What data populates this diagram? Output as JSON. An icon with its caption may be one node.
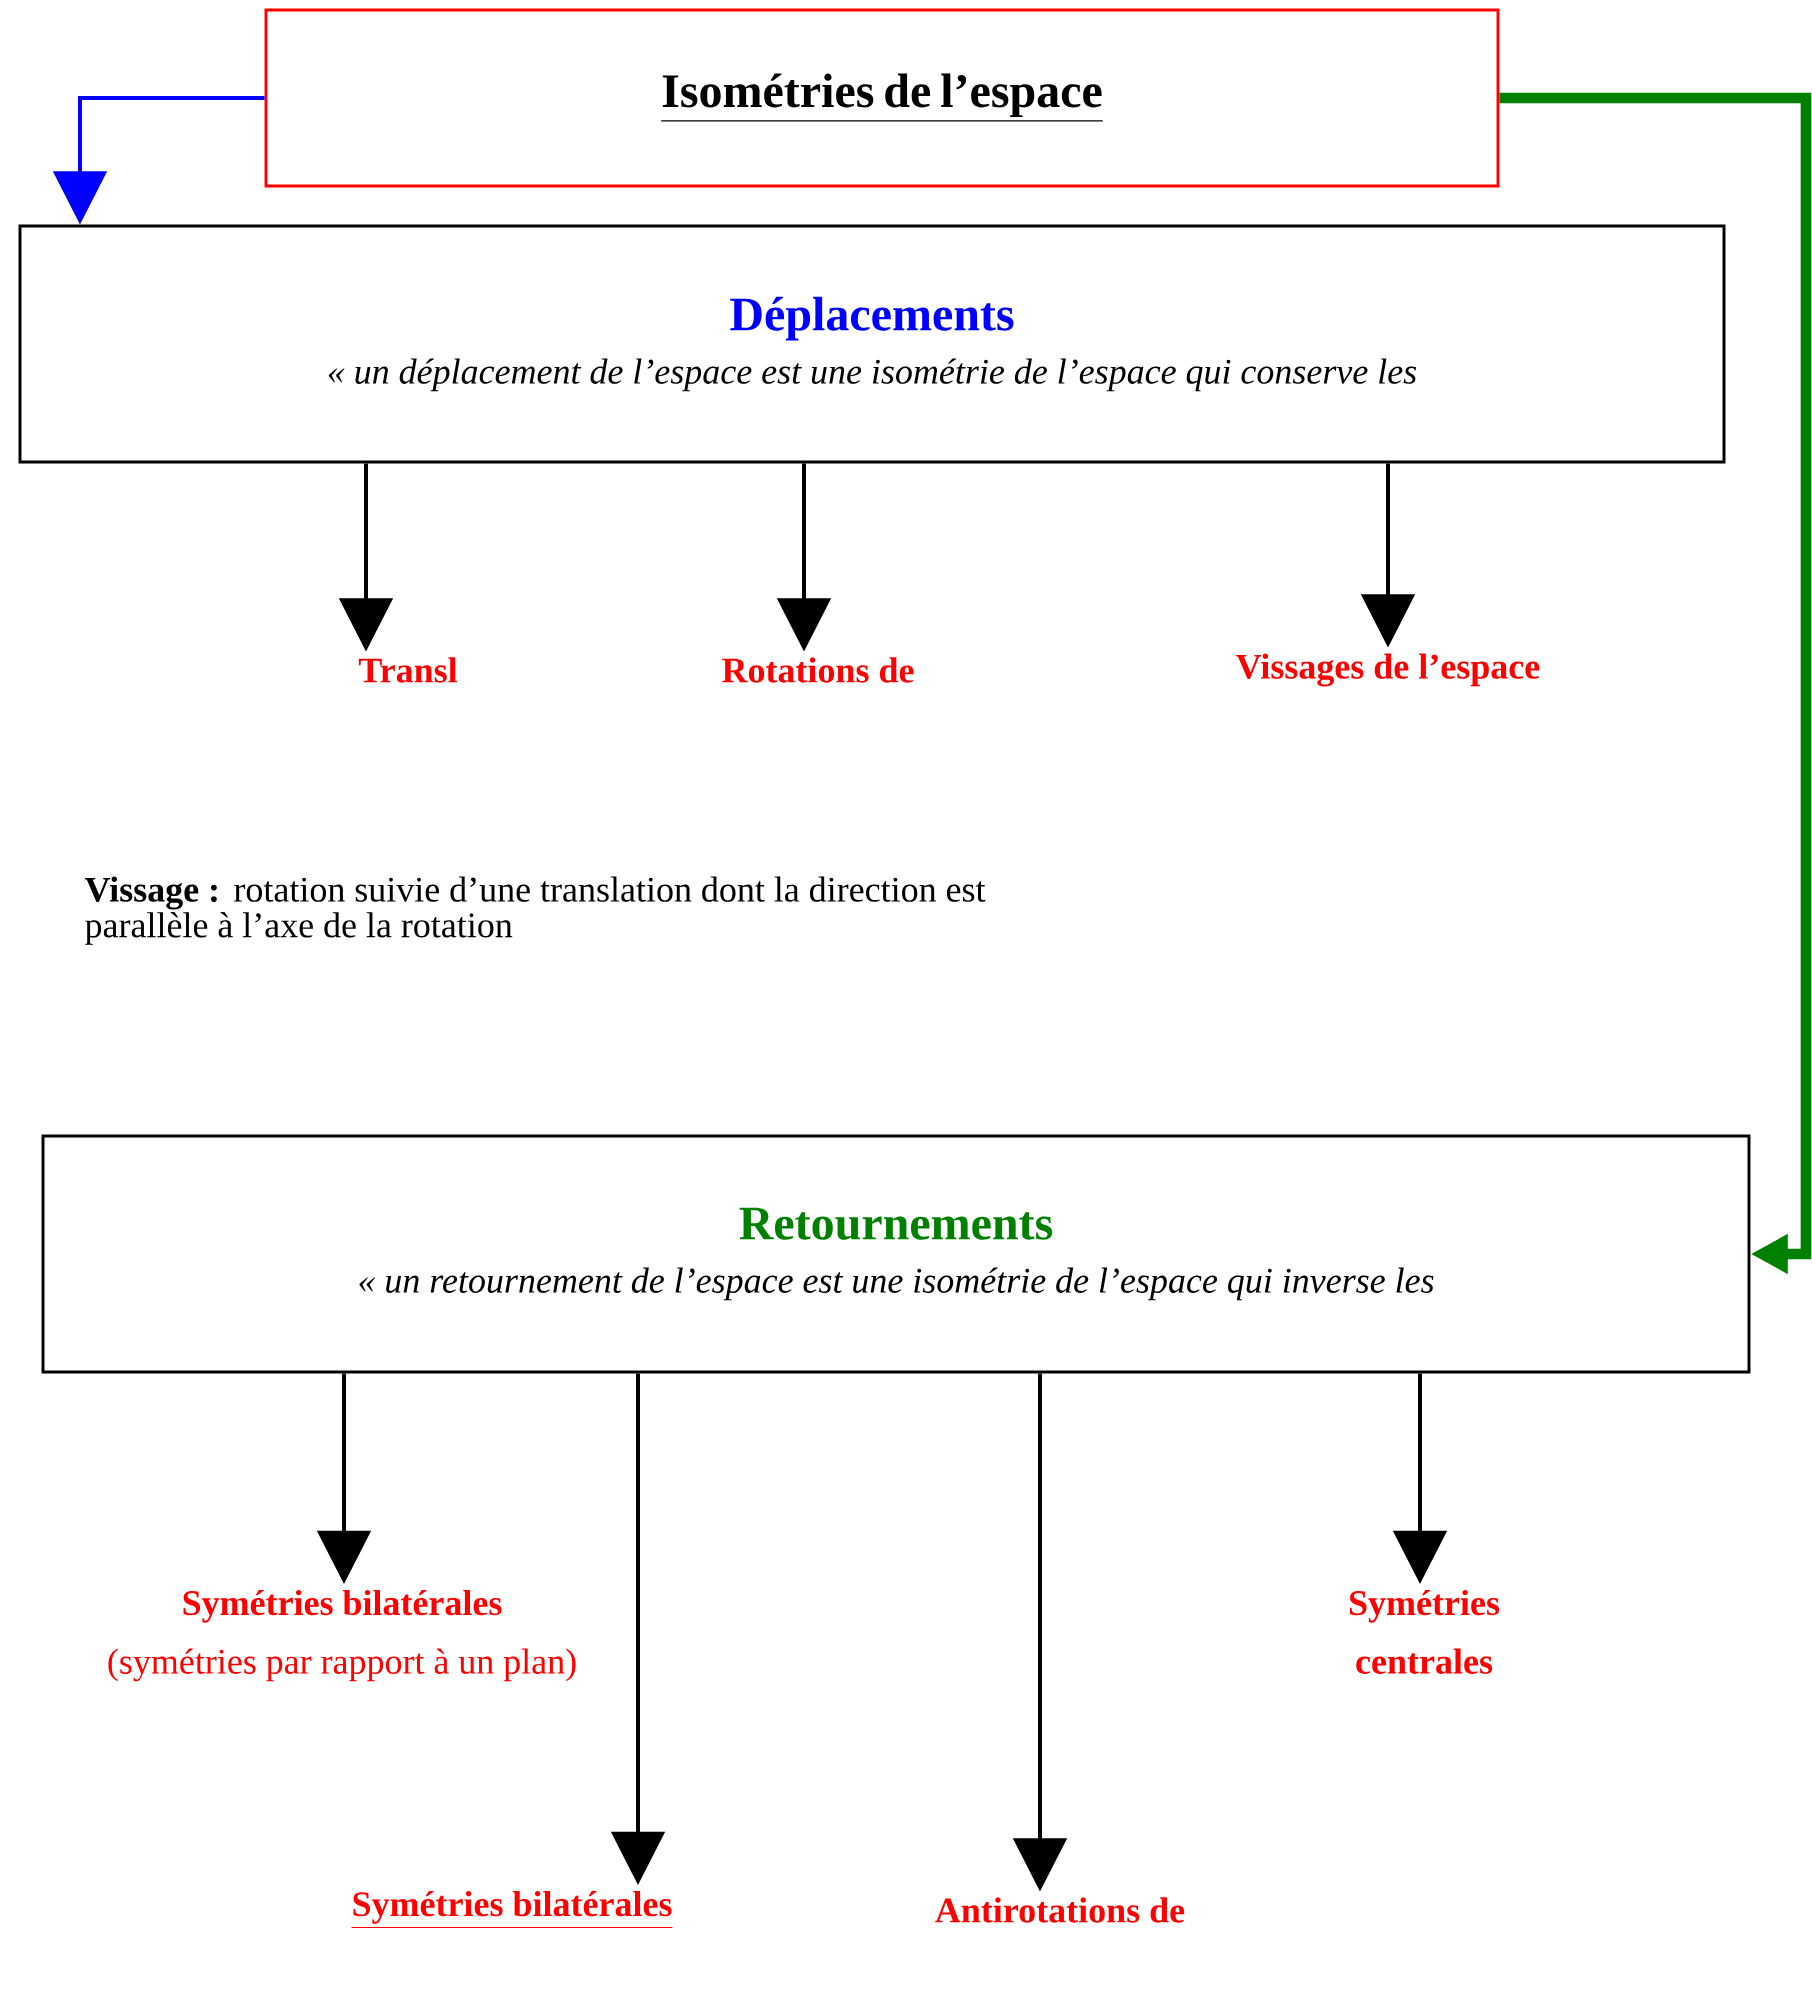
{
  "diagram": {
    "nodes": [
      {
        "text": [
          "Isométries de l’espace"
        ]
      },
      {
        "text": [
          "Déplacements",
          "«  un déplacement de l’espace est une isométrie de l’espace qui conserve les"
        ]
      },
      {
        "text": [
          "Transl"
        ]
      },
      {
        "text": [
          "Rotations de"
        ]
      },
      {
        "text": [
          "Vissages de l’espace"
        ]
      },
      {
        "text": [
          "Retournements",
          "«  un retournement de l’espace est une isométrie de l’espace qui inverse  les"
        ]
      },
      {
        "text": [
          "Symétries bilatérales",
          "(symétries par rapport à un plan)"
        ]
      },
      {
        "text": [
          "Symétries centrales"
        ]
      },
      {
        "text": [
          "Symétries bilatérales"
        ]
      },
      {
        "text": [
          "Antirotations de"
        ]
      }
    ],
    "edges": [
      {
        "from": 0,
        "to": 1,
        "arrow": "to",
        "color": "#0000ff"
      },
      {
        "from": 0,
        "to": 5,
        "arrow": "to",
        "color": "#008000",
        "style": "thick"
      },
      {
        "from": 1,
        "to": 2,
        "arrow": "to"
      },
      {
        "from": 1,
        "to": 3,
        "arrow": "to"
      },
      {
        "from": 1,
        "to": 4,
        "arrow": "to"
      },
      {
        "from": 5,
        "to": 6,
        "arrow": "to"
      },
      {
        "from": 5,
        "to": 8,
        "arrow": "to"
      },
      {
        "from": 5,
        "to": 9,
        "arrow": "to"
      },
      {
        "from": 5,
        "to": 7,
        "arrow": "to"
      }
    ],
    "labels": [
      "**Vissage :** rotation suivie d’une translation dont la direction est parallèle à l’axe de la rotation"
    ]
  }
}
